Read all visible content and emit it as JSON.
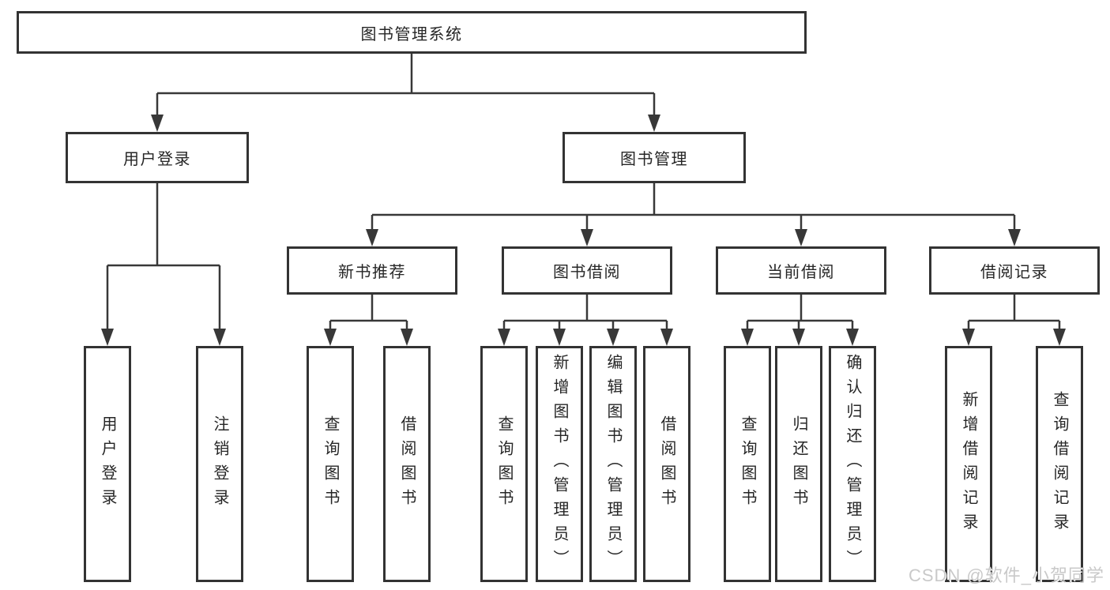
{
  "page": {
    "background_color": "#ffffff",
    "line_color": "#383838",
    "box_border_color": "#333333",
    "text_color": "#262626",
    "watermark": {
      "text": "CSDN @软件_小贺同学",
      "color": "#c9c9c9"
    }
  },
  "tree": {
    "root": {
      "label": "图书管理系统"
    },
    "branches": [
      {
        "label": "用户登录",
        "children": [
          "用户登录",
          "注销登录"
        ]
      },
      {
        "label": "图书管理",
        "groups": [
          {
            "label": "新书推荐",
            "children": [
              "查询图书",
              "借阅图书"
            ]
          },
          {
            "label": "图书借阅",
            "children": [
              "查询图书",
              "新增图书（管理员）",
              "编辑图书（管理员）",
              "借阅图书"
            ]
          },
          {
            "label": "当前借阅",
            "children": [
              "查询图书",
              "归还图书",
              "确认归还（管理员）"
            ]
          },
          {
            "label": "借阅记录",
            "children": [
              "新增借阅记录",
              "查询借阅记录"
            ]
          }
        ]
      }
    ]
  }
}
